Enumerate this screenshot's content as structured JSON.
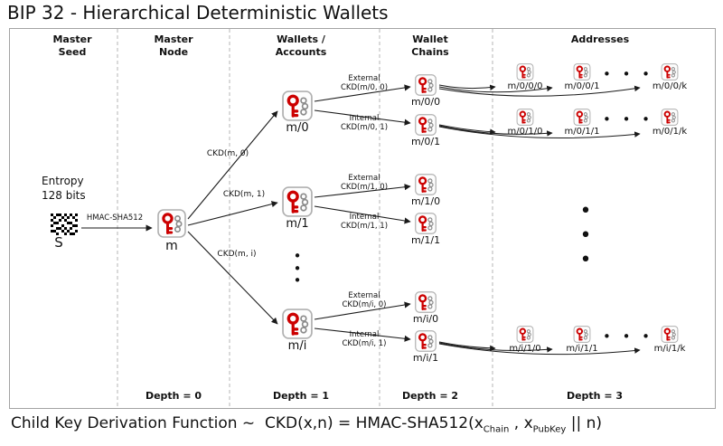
{
  "title": "BIP 32 - Hierarchical Deterministic Wallets",
  "colors": {
    "key_red": "#cc0000",
    "chain_gray": "#8a8a8a",
    "arrow": "#1a1a1a"
  },
  "columns": [
    {
      "label": "Master\nSeed"
    },
    {
      "label": "Master\nNode"
    },
    {
      "label": "Wallets /\nAccounts"
    },
    {
      "label": "Wallet\nChains"
    },
    {
      "label": "Addresses"
    }
  ],
  "seed": {
    "entropy": "Entropy\n128 bits",
    "symbol": "S",
    "hash_label": "HMAC-SHA512"
  },
  "master": {
    "label": "m"
  },
  "master_edges": [
    "CKD(m, 0)",
    "CKD(m, 1)",
    "CKD(m, i)"
  ],
  "wallets": [
    {
      "label": "m/0"
    },
    {
      "label": "m/1"
    },
    {
      "label": "m/i"
    }
  ],
  "chains": [
    {
      "type": "External",
      "ckd": "CKD(m/0, 0)",
      "label": "m/0/0"
    },
    {
      "type": "Internal",
      "ckd": "CKD(m/0, 1)",
      "label": "m/0/1"
    },
    {
      "type": "External",
      "ckd": "CKD(m/1, 0)",
      "label": "m/1/0"
    },
    {
      "type": "Internal",
      "ckd": "CKD(m/1, 1)",
      "label": "m/1/1"
    },
    {
      "type": "External",
      "ckd": "CKD(m/i, 0)",
      "label": "m/i/0"
    },
    {
      "type": "Internal",
      "ckd": "CKD(m/i, 1)",
      "label": "m/i/1"
    }
  ],
  "addresses": [
    {
      "items": [
        "m/0/0/0",
        "m/0/0/1",
        "m/0/0/k"
      ]
    },
    {
      "items": [
        "m/0/1/0",
        "m/0/1/1",
        "m/0/1/k"
      ]
    },
    {
      "items": [
        "m/i/1/0",
        "m/i/1/1",
        "m/i/1/k"
      ]
    }
  ],
  "depths": [
    "Depth = 0",
    "Depth = 1",
    "Depth = 2",
    "Depth = 3"
  ],
  "formula": {
    "prefix": "Child Key Derivation Function ~  CKD(x,n) = HMAC-SHA512(x",
    "sub_chain": "Chain",
    "mid": " , x",
    "sub_pubkey": "PubKey",
    "suffix": " || n)"
  },
  "ellipsis": {
    "horizontal": "• • •",
    "vertical": "•\n•\n•"
  }
}
